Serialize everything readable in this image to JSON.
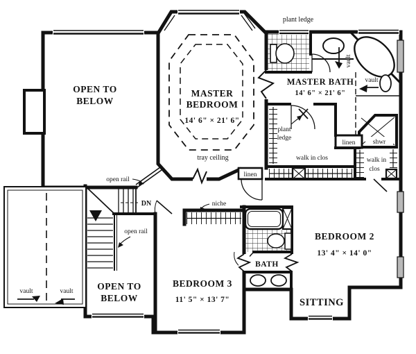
{
  "plan": {
    "rooms": {
      "open_below": {
        "l1": "OPEN TO",
        "l2": "BELOW"
      },
      "master_bedroom": {
        "l1": "MASTER",
        "l2": "BEDROOM",
        "dims": "14' 6\" × 21' 6\""
      },
      "master_bath": {
        "name": "MASTER BATH",
        "dims": "14' 6\" × 21' 6\""
      },
      "bedroom2": {
        "name": "BEDROOM 2",
        "dims": "13' 4\" × 14' 0\""
      },
      "bedroom3": {
        "name": "BEDROOM 3",
        "dims": "11' 5\" × 13' 7\""
      },
      "bath": {
        "name": "BATH"
      },
      "sitting": {
        "name": "SITTING"
      }
    },
    "annotations": {
      "plant_ledge": "plant ledge",
      "plant": "plant",
      "ledge": "ledge",
      "tray_ceiling": "tray ceiling",
      "vault": "vault",
      "open_rail": "open rail",
      "dn": "DN",
      "niche": "niche",
      "linen": "linen",
      "shwr": "shwr",
      "walk_in_clos": "walk in clos",
      "walk_in": "walk in",
      "clos": "clos"
    }
  }
}
